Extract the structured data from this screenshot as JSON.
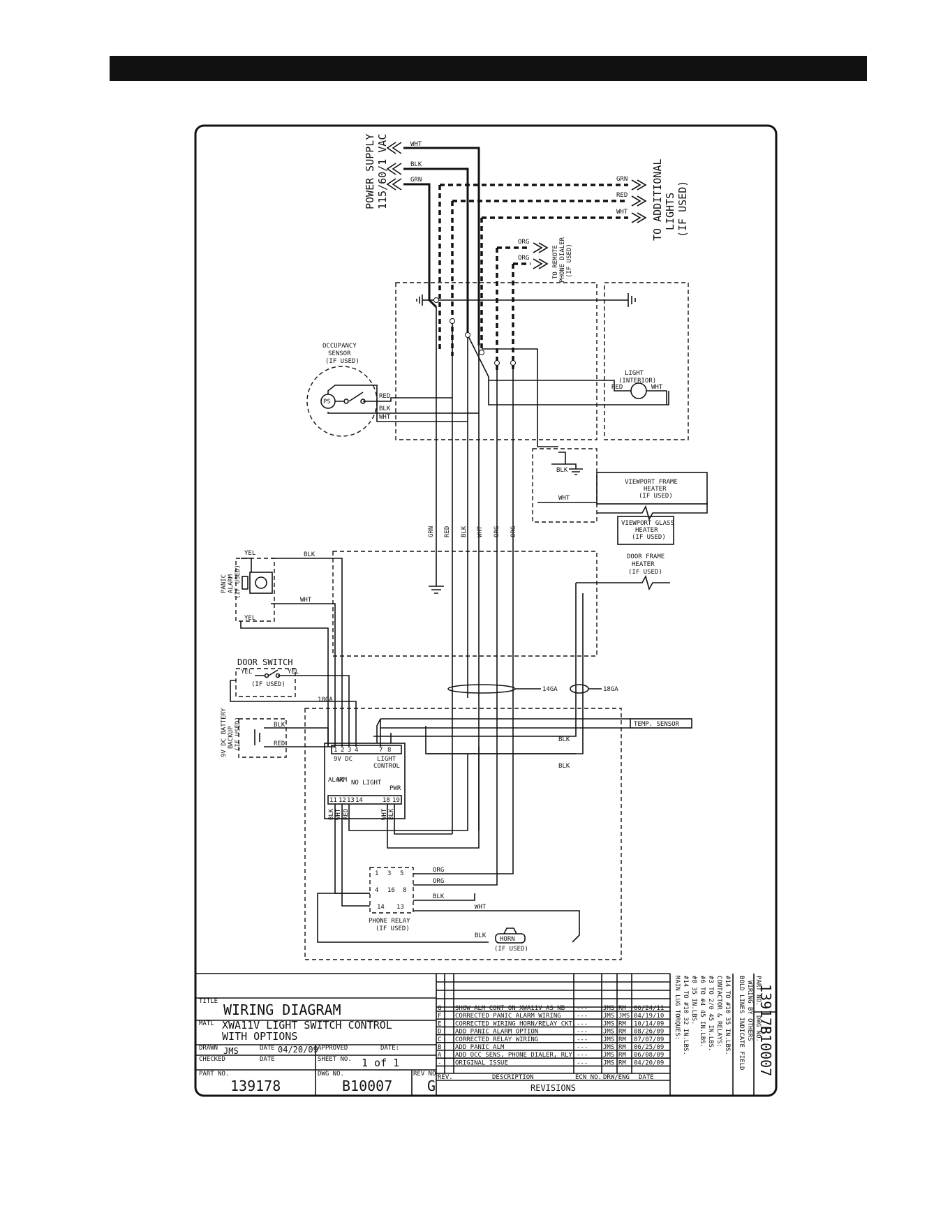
{
  "supply": {
    "line1": "POWER SUPPLY",
    "line2": "115/60/1 VAC"
  },
  "additional": {
    "line1": "TO ADDITIONAL",
    "line2": "LIGHTS",
    "line3": "(IF USED)"
  },
  "dialer_dest": {
    "line1": "TO REMOTE",
    "line2": "PHONE DIALER",
    "line3": "(IF USED)"
  },
  "wires": {
    "wht": "WHT",
    "blk": "BLK",
    "grn": "GRN",
    "red": "RED",
    "org": "ORG",
    "yel": "YEL"
  },
  "components": {
    "occupancy": {
      "line1": "OCCUPANCY",
      "line2": "SENSOR",
      "line3": "(IF USED)",
      "ps": "PS"
    },
    "light": {
      "line1": "LIGHT",
      "line2": "(INTERIOR)"
    },
    "vf_heater": {
      "line1": "VIEWPORT FRAME",
      "line2": "HEATER",
      "line3": "(IF USED)"
    },
    "vg_heater": {
      "line1": "VIEWPORT GLASS",
      "line2": "HEATER",
      "line3": "(IF USED)"
    },
    "df_heater": {
      "line1": "DOOR FRAME",
      "line2": "HEATER",
      "line3": "(IF USED)"
    },
    "panic": {
      "line1": "PANIC",
      "line2": "ALARM",
      "line3": "(IF USED)"
    },
    "door_switch": {
      "line1": "DOOR SWITCH",
      "line2": "(IF USED)"
    },
    "battery": {
      "line1": "9V DC BATTERY",
      "line2": "BACKUP",
      "line3": "(IF USED)"
    },
    "temp_sensor": "TEMP. SENSOR",
    "light_control": {
      "line1": "LIGHT",
      "line2": "CONTROL",
      "no_light": "NO LIGHT",
      "pwr": "PWR",
      "alarm": "ALARM",
      "nc": "NC",
      "vdc": "9V DC",
      "terminals_top": [
        "1",
        "2",
        "3",
        "4",
        "7",
        "8"
      ],
      "terminals_bottom": [
        "11",
        "12",
        "13",
        "14",
        "18",
        "19"
      ]
    },
    "phone_relay": {
      "line1": "PHONE RELAY",
      "line2": "(IF USED)",
      "contacts": [
        "1",
        "3",
        "5",
        "4",
        "16",
        "8",
        "14",
        "13"
      ]
    },
    "horn": {
      "label": "HORN",
      "sub": "(IF USED)"
    }
  },
  "gauges": {
    "g14": "14GA",
    "g18": "18GA",
    "g18b": "18GA"
  },
  "torque": {
    "title": "MAIN LUG TORQUES:",
    "rows": [
      "#14 TO #10   32 IN.LBS.",
      "#8             35 IN.LBS.",
      "#6 TO #4    45 IN.LBS.",
      "#3 TO 2/0   45 IN.LBS."
    ],
    "contactor": "CONTACTOR & RELAYS:",
    "contactor_row": "#14 TO #10   35 IN.LBS."
  },
  "field_note": {
    "line1": "BOLD LINES INDICATE FIELD",
    "line2": "WIRING BY OTHERS"
  },
  "side_number": {
    "part_label": "PART NO.",
    "part": "139178",
    "dwg_label": "DWG NO.",
    "dwg": "B10007"
  },
  "title_block": {
    "title_label": "TITLE",
    "title": "WIRING DIAGRAM",
    "matl_label": "MATL",
    "matl_line1": "XWA11V LIGHT SWITCH CONTROL",
    "matl_line2": "WITH OPTIONS",
    "drawn_label": "DRAWN",
    "drawn": "JMS",
    "date_label": "DATE",
    "drawn_date": "04/20/09",
    "approved_label": "APPROVED",
    "approved_date_label": "DATE:",
    "checked_label": "CHECKED",
    "checked_date_label": "DATE",
    "sheet_label": "SHEET NO.",
    "sheet": "1 of 1",
    "part_label": "PART NO.",
    "part": "139178",
    "dwg_label": "DWG NO.",
    "dwg": "B10007",
    "rev_label": "REV NO.",
    "rev": "G"
  },
  "revisions": {
    "header": {
      "rev": "REV.",
      "desc": "DESCRIPTION",
      "ecn": "ECN NO.",
      "drw": "DRW/ENG",
      "date": "DATE"
    },
    "title": "REVISIONS",
    "rows": [
      {
        "rev": "G",
        "desc": "SHOW ALM CONT ON XWA11V AS NB",
        "ecn": "---",
        "drw": "JMS",
        "eng": "RM",
        "date": "06/24/11"
      },
      {
        "rev": "F",
        "desc": "CORRECTED PANIC ALARM WIRING",
        "ecn": "---",
        "drw": "JMS",
        "eng": "JMS",
        "date": "04/19/10"
      },
      {
        "rev": "E",
        "desc": "CORRECTED WIRING HORN/RELAY CKT.",
        "ecn": "---",
        "drw": "JMS",
        "eng": "RM",
        "date": "10/14/09"
      },
      {
        "rev": "D",
        "desc": "ADD PANIC ALARM OPTION",
        "ecn": "---",
        "drw": "JMS",
        "eng": "RM",
        "date": "08/26/09"
      },
      {
        "rev": "C",
        "desc": "CORRECTED RELAY WIRING",
        "ecn": "---",
        "drw": "JMS",
        "eng": "RM",
        "date": "07/07/09"
      },
      {
        "rev": "B",
        "desc": "ADD PANIC ALM",
        "ecn": "---",
        "drw": "JMS",
        "eng": "RM",
        "date": "06/25/09"
      },
      {
        "rev": "A",
        "desc": "ADD OCC SENS, PHONE DIALER, RLY",
        "ecn": "---",
        "drw": "JMS",
        "eng": "RM",
        "date": "06/08/09"
      },
      {
        "rev": "-",
        "desc": "ORIGINAL ISSUE",
        "ecn": "---",
        "drw": "JMS",
        "eng": "RM",
        "date": "04/20/09"
      }
    ]
  }
}
